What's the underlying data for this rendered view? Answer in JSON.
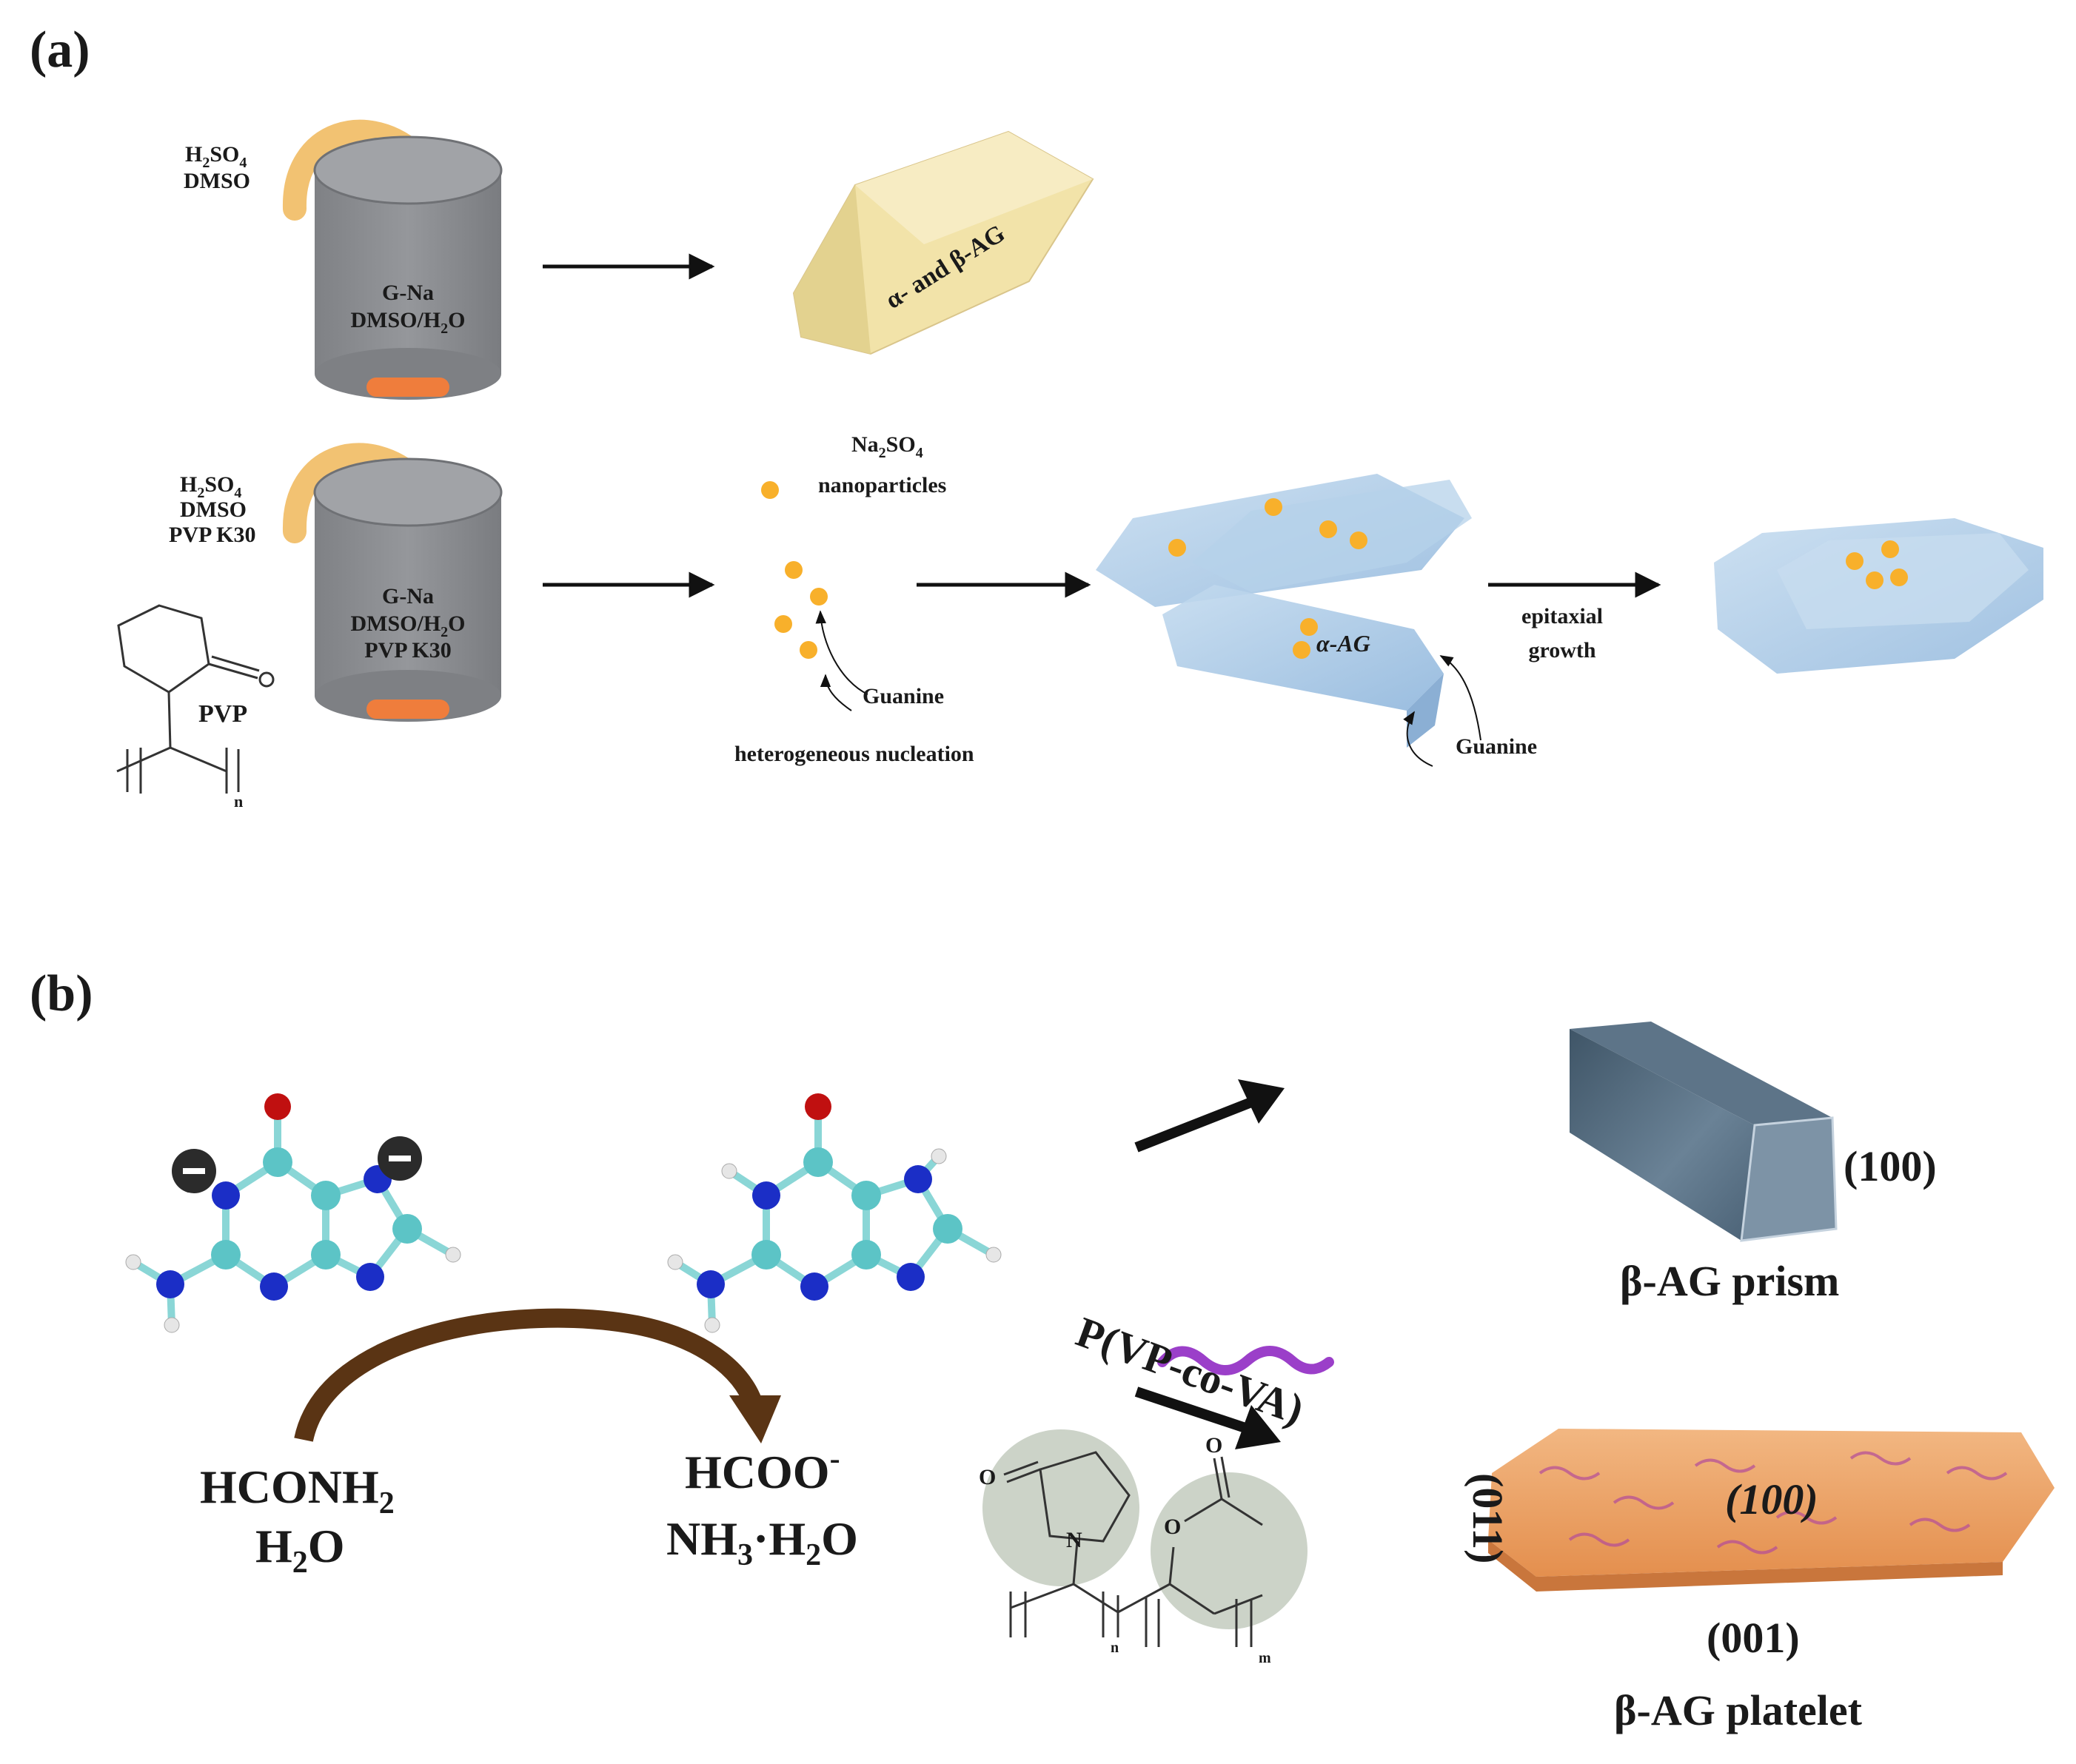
{
  "panel_a": {
    "label": "(a)",
    "row1": {
      "reagents": {
        "line1_main": "H",
        "line1_sub1": "2",
        "line1_mid": "SO",
        "line1_sub2": "4",
        "line2": "DMSO"
      },
      "cylinder": {
        "line1": "G-Na",
        "line2_pre": "DMSO/H",
        "line2_sub": "2",
        "line2_post": "O"
      },
      "crystal_label": "α- and β-AG"
    },
    "row2": {
      "reagents": {
        "line1_main": "H",
        "line1_sub1": "2",
        "line1_mid": "SO",
        "line1_sub2": "4",
        "line2": "DMSO",
        "line3": "PVP K30"
      },
      "cylinder": {
        "line1": "G-Na",
        "line2_pre": "DMSO/H",
        "line2_sub": "2",
        "line2_post": "O",
        "line3": "PVP K30"
      },
      "pvp_label": "PVP",
      "pvp_atom_o": "O",
      "pvp_subscript_n": "n",
      "nanoparticles": {
        "pre": "Na",
        "sub1": "2",
        "mid": "SO",
        "sub2": "4",
        "line2": "nanoparticles"
      },
      "guanine_1": "Guanine",
      "nucleation_label": "heterogeneous  nucleation",
      "crystal_label": "α-AG",
      "epitaxial_line1": "epitaxial",
      "epitaxial_line2": "growth",
      "guanine_2": "Guanine"
    },
    "colors": {
      "cylinder": "#8a8c90",
      "orange_bar": "#ef7d3c",
      "dot": "#f8b02b",
      "yellow_crystal": "#f2e3a9",
      "blue_crystal": "#a9c8e6",
      "curved_arrow": "#f6c069"
    }
  },
  "panel_b": {
    "label": "(b)",
    "reagent_left": {
      "line1_pre": "HCONH",
      "line1_sub": "2",
      "line2_pre": "H",
      "line2_sub": "2",
      "line2_post": "O"
    },
    "reagent_right": {
      "line1_pre": "HCOO",
      "line1_sup": "-",
      "line2_pre": "NH",
      "line2_sub": "3",
      "line2_mid": "·H",
      "line2_sub2": "2",
      "line2_post": "O"
    },
    "copolymer_label": "P(VP-co-VA)",
    "copolymer_atoms": {
      "o1": "O",
      "n": "N",
      "o2": "O",
      "o3": "O",
      "sub_n": "n",
      "sub_m": "m"
    },
    "prism": {
      "face": "(100)",
      "name": "β-AG prism"
    },
    "platelet": {
      "face_top": "(100)",
      "face_side": "(011)",
      "face_bottom": "(001)",
      "name": "β-AG platelet"
    },
    "colors": {
      "prism": "#5b7387",
      "platelet": "#e9a064",
      "squiggle": "#9b3fc9",
      "carbon": "#5cc4c6",
      "nitrogen": "#1b2ec6",
      "oxygen": "#c01010",
      "hydrogen": "#e6e6e6",
      "brown_arrow": "#5a3414",
      "circle_bg": "#ccd3c8"
    }
  }
}
